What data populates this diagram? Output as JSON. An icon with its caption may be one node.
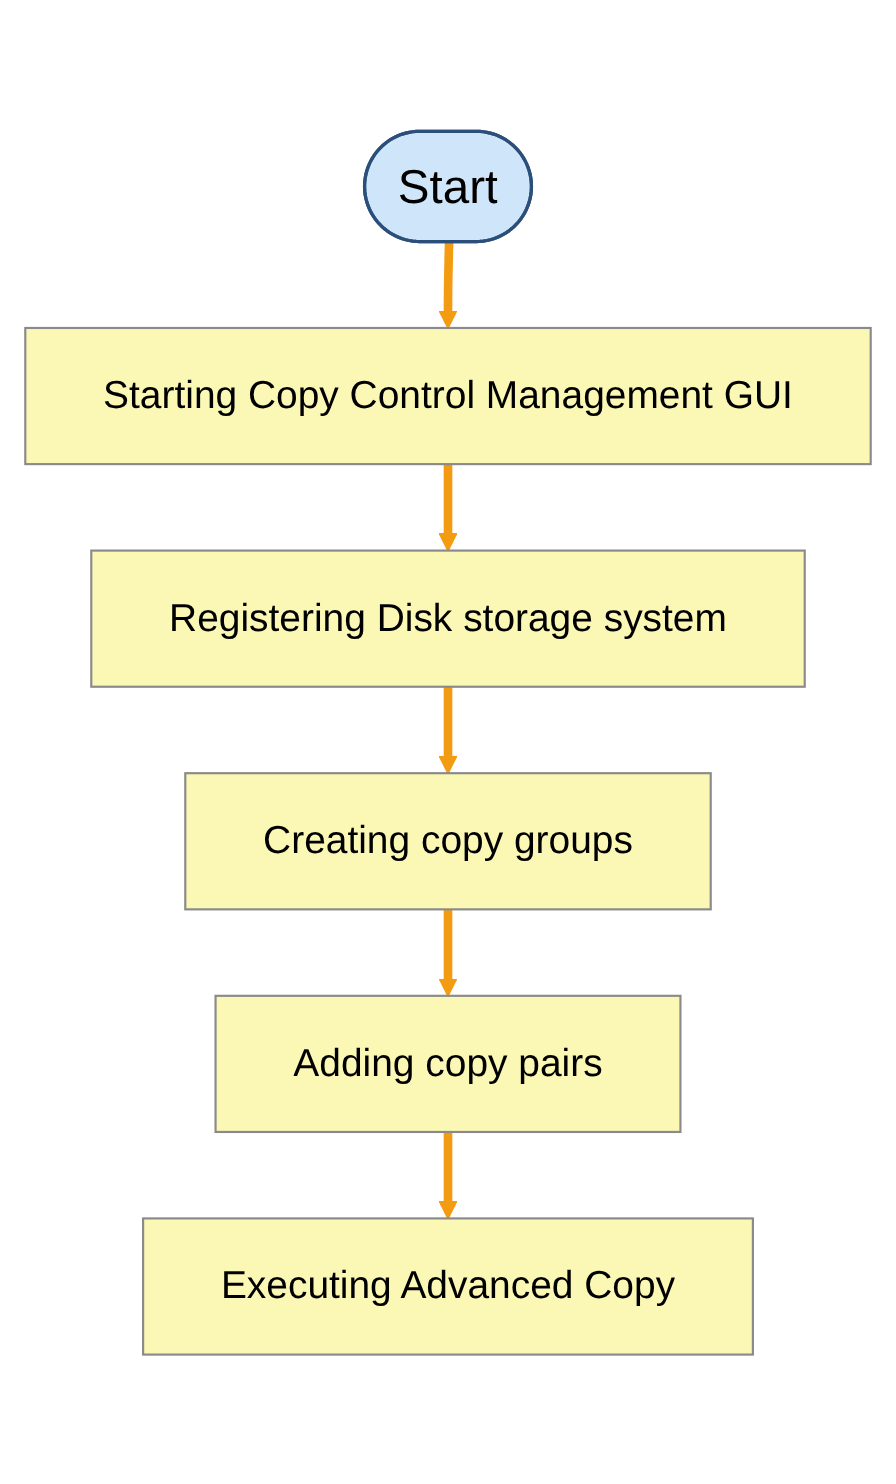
{
  "diagram": {
    "nodes": [
      {
        "text": [
          "Start"
        ]
      },
      {
        "text": [
          "Starting Copy Control Management GUI"
        ]
      },
      {
        "text": [
          "Registering Disk storage system"
        ]
      },
      {
        "text": [
          "Creating copy groups"
        ]
      },
      {
        "text": [
          "Adding copy pairs"
        ]
      },
      {
        "text": [
          "Executing Advanced Copy"
        ]
      }
    ],
    "edges": [
      {
        "from": 0,
        "to": 1,
        "arrow": "to"
      },
      {
        "from": 1,
        "to": 2,
        "arrow": "to"
      },
      {
        "from": 2,
        "to": 3,
        "arrow": "to"
      },
      {
        "from": 3,
        "to": 4,
        "arrow": "to"
      },
      {
        "from": 4,
        "to": 5,
        "arrow": "to"
      }
    ]
  }
}
